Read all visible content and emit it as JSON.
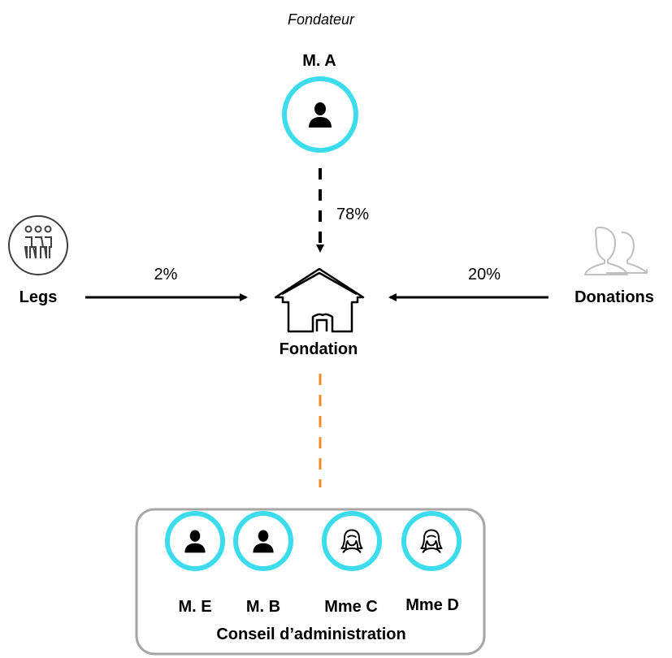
{
  "founder": {
    "role": "Fondateur",
    "name": "M. A"
  },
  "sources": [
    {
      "label": "Legs",
      "percent": "2%"
    },
    {
      "label": "Donations",
      "percent": "20%"
    }
  ],
  "founder_share": "78%",
  "foundation": {
    "label": "Fondation"
  },
  "board": {
    "title": "Conseil d’administration",
    "members": [
      {
        "name": "M. E",
        "icon": "man-icon"
      },
      {
        "name": "M. B",
        "icon": "man-icon"
      },
      {
        "name": "Mme C",
        "icon": "woman-icon"
      },
      {
        "name": "Mme D",
        "icon": "woman-icon"
      }
    ]
  },
  "colors": {
    "circle_ring": "#3cdcec",
    "orange_dash": "#f28c28",
    "box_border": "#a6a6a6",
    "donations_icon": "#bfbfbf",
    "legs_icon": "#404040"
  }
}
